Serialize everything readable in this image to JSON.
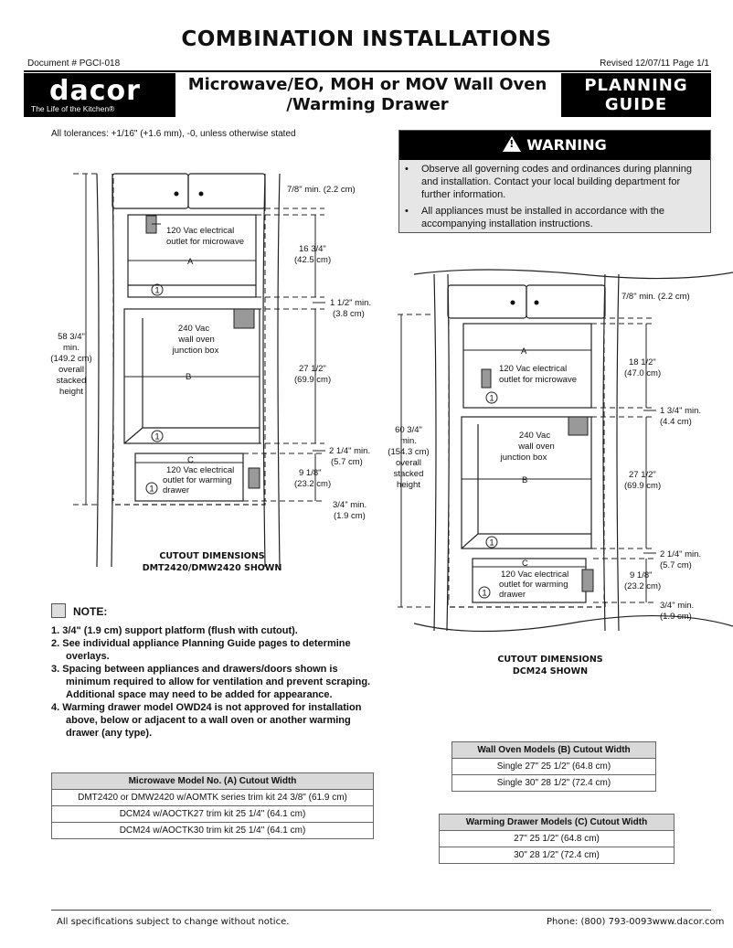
{
  "title": "COMBINATION INSTALLATIONS",
  "doc_number": "Document # PGCI-018",
  "revised": "Revised 12/07/11   Page 1/1",
  "logo": {
    "word": "dacor",
    "tagline": "The Life of the Kitchen®"
  },
  "header_title": [
    "Microwave/EO, MOH or MOV Wall Oven",
    "/Warming Drawer"
  ],
  "planning_guide": [
    "PLANNING",
    "GUIDE"
  ],
  "tolerances": "All tolerances: +1/16\" (+1.6 mm), -0, unless otherwise stated",
  "warning": {
    "title": "WARNING",
    "items": [
      "Observe all governing codes and ordinances during planning and installation. Contact your local building department for further information.",
      "All appliances must be installed in accordance with the accompanying installation instructions."
    ]
  },
  "diagram_left": {
    "dims": {
      "top": "7/8\" min. (2.2 cm)",
      "mw_h1": "16 3/4\"",
      "mw_h2": "(42.5 cm)",
      "gap1a": "1 1/2\" min.",
      "gap1b": "(3.8 cm)",
      "oven_h1": "27 1/2\"",
      "oven_h2": "(69.9 cm)",
      "gap2a": "2  1/4\" min.",
      "gap2b": "(5.7 cm)",
      "drawer_h1": "9 1/8\"",
      "drawer_h2": "(23.2 cm)",
      "bottom1": "3/4\"  min.",
      "bottom2": "(1.9 cm)",
      "overall": [
        "58 3/4\"",
        "min.",
        "(149.2 cm)",
        "overall",
        "stacked",
        "height"
      ]
    },
    "labels": {
      "mw_outlet": [
        "120 Vac electrical",
        "outlet for microwave"
      ],
      "junction": [
        "240 Vac",
        "wall oven",
        "junction box"
      ],
      "drawer_outlet": [
        "120 Vac electrical",
        "outlet for warming",
        "drawer"
      ],
      "a": "A",
      "b": "B",
      "c": "C",
      "one": "1"
    },
    "caption": [
      "CUTOUT DIMENSIONS",
      "DMT2420/DMW2420 SHOWN"
    ]
  },
  "diagram_right": {
    "dims": {
      "top": "7/8\" min. (2.2 cm)",
      "mw_h1": "18 1/2\"",
      "mw_h2": "(47.0 cm)",
      "gap1a": "1 3/4\" min.",
      "gap1b": "(4.4 cm)",
      "oven_h1": "27 1/2\"",
      "oven_h2": "(69.9 cm)",
      "gap2a": "2 1/4\" min.",
      "gap2b": "(5.7 cm)",
      "drawer_h1": "9 1/8\"",
      "drawer_h2": "(23.2 cm)",
      "bottom1": "3/4\" min.",
      "bottom2": "(1.9 cm)",
      "overall": [
        "60 3/4\"",
        "min.",
        "(154.3 cm)",
        "overall",
        "stacked",
        "height"
      ]
    },
    "labels": {
      "mw_outlet": [
        "120 Vac electrical",
        "outlet for microwave"
      ],
      "junction": [
        "240 Vac",
        "wall oven",
        "junction box"
      ],
      "drawer_outlet": [
        "120 Vac electrical",
        "outlet for warming",
        "drawer"
      ],
      "a": "A",
      "b": "B",
      "c": "C",
      "one": "1"
    },
    "caption": [
      "CUTOUT DIMENSIONS",
      "DCM24 SHOWN"
    ]
  },
  "note": {
    "title": "NOTE:",
    "items": [
      "1.  3/4\" (1.9 cm) support platform (flush with cutout).",
      "2.  See individual appliance Planning Guide pages to determine overlays.",
      "3.  Spacing between appliances and drawers/doors shown is minimum required to allow for ventilation and prevent scraping.  Additional space may need to be added for appearance.",
      "4.  Warming drawer model OWD24 is not approved for installation above, below or adjacent to a wall oven or another warming drawer (any type)."
    ]
  },
  "microwave_table": {
    "header": "Microwave Model No. (A) Cutout Width",
    "rows": [
      "DMT2420 or DMW2420 w/AOMTK series trim kit 24 3/8\" (61.9 cm)",
      "DCM24 w/AOCTK27 trim kit 25 1/4\" (64.1 cm)",
      "DCM24 w/AOCTK30 trim kit 25 1/4\" (64.1 cm)"
    ]
  },
  "wall_oven_table": {
    "header": "Wall Oven Models (B) Cutout Width",
    "rows": [
      "Single 27\" 25 1/2\" (64.8 cm)",
      "Single 30\" 28 1/2\" (72.4 cm)"
    ]
  },
  "warming_table": {
    "header": "Warming Drawer Models (C) Cutout Width",
    "rows": [
      "27\" 25 1/2\" (64.8 cm)",
      "30\" 28 1/2\" (72.4 cm)"
    ]
  },
  "footer": {
    "left": "All specifications subject to change without notice.",
    "right": "Phone: (800) 793-0093www.dacor.com"
  }
}
